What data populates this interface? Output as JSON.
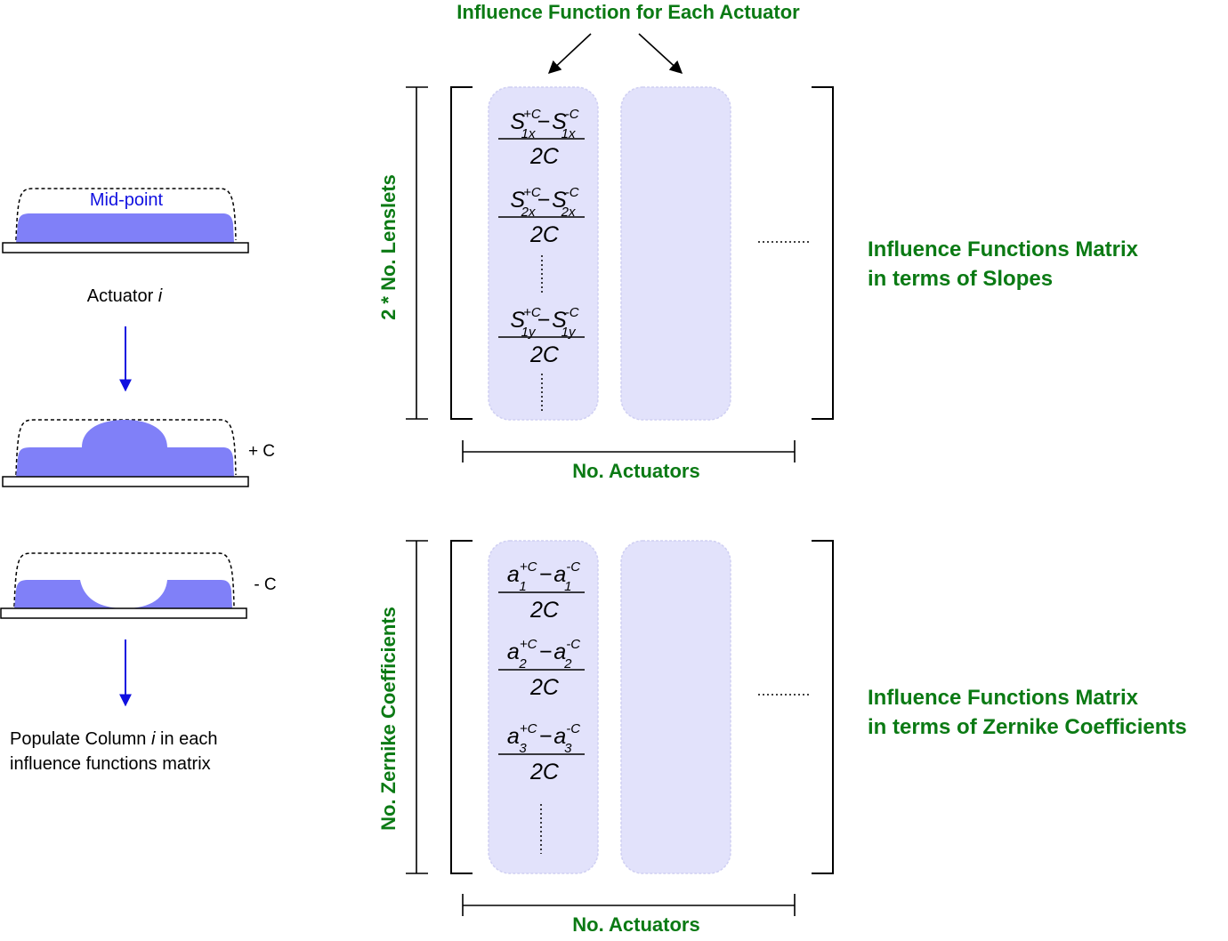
{
  "header": {
    "title": "Influence Function for Each Actuator"
  },
  "actuator_panel": {
    "midpoint_label": "Mid-point",
    "actuator_label_prefix": "Actuator ",
    "actuator_index": "i",
    "plus_label": "+ C",
    "minus_label": "- C",
    "populate_line1_prefix": "Populate Column ",
    "populate_index": "i",
    "populate_line1_suffix": " in each",
    "populate_line2": "influence functions matrix",
    "colors": {
      "actuator_fill": "#8080f8",
      "arrow": "#1010e0",
      "midpoint_text": "#1010e0"
    }
  },
  "slopes_matrix": {
    "row_axis_label": "2 * No. Lenslets",
    "column_axis_label": "No. Actuators",
    "caption_line1": "Influence Functions Matrix",
    "caption_line2": "in terms of Slopes",
    "entries": [
      {
        "num_left": "S",
        "sup_left": "+C",
        "sub_left": "1x",
        "minus": "−",
        "num_right": "S",
        "sup_right": "-C",
        "sub_right": "1x",
        "den": "2C"
      },
      {
        "num_left": "S",
        "sup_left": "+C",
        "sub_left": "2x",
        "minus": "−",
        "num_right": "S",
        "sup_right": "-C",
        "sub_right": "2x",
        "den": "2C"
      },
      {
        "num_left": "S",
        "sup_left": "+C",
        "sub_left": "1y",
        "minus": "−",
        "num_right": "S",
        "sup_right": "-C",
        "sub_right": "1y",
        "den": "2C"
      }
    ]
  },
  "zernike_matrix": {
    "row_axis_label": "No. Zernike Coefficients",
    "column_axis_label": "No. Actuators",
    "caption_line1": "Influence Functions Matrix",
    "caption_line2": "in terms of Zernike Coefficients",
    "entries": [
      {
        "num_left": "a",
        "sup_left": "+C",
        "sub_left": "1",
        "minus": "−",
        "num_right": "a",
        "sup_right": "-C",
        "sub_right": "1",
        "den": "2C"
      },
      {
        "num_left": "a",
        "sup_left": "+C",
        "sub_left": "2",
        "minus": "−",
        "num_right": "a",
        "sup_right": "-C",
        "sub_right": "2",
        "den": "2C"
      },
      {
        "num_left": "a",
        "sup_left": "+C",
        "sub_left": "3",
        "minus": "−",
        "num_right": "a",
        "sup_right": "-C",
        "sub_right": "3",
        "den": "2C"
      }
    ]
  },
  "colors": {
    "label_green": "#0b7a14",
    "column_fill": "#e2e2fb",
    "column_border": "#cfcff2"
  }
}
